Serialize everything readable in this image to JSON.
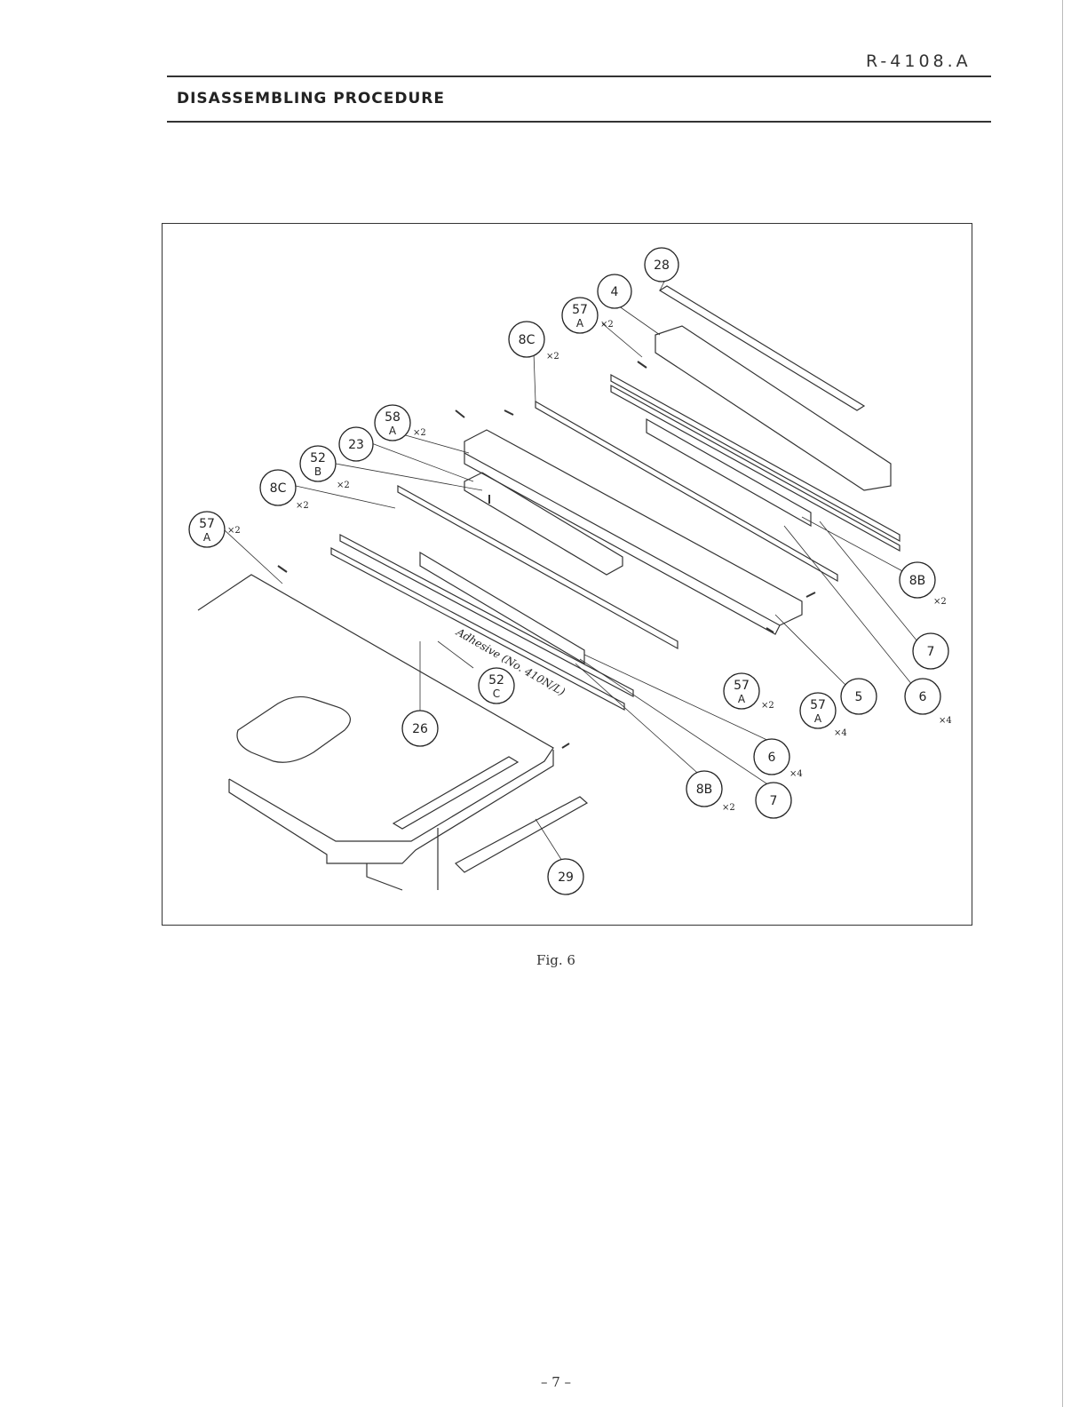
{
  "header": {
    "doc_number": "R-4108.A",
    "section_title": "DISASSEMBLING PROCEDURE"
  },
  "figure": {
    "caption": "Fig. 6",
    "adhesive_note": "Adhesive (No. 410N/L)",
    "callouts": [
      {
        "main": "28",
        "sub": "",
        "qty": ""
      },
      {
        "main": "4",
        "sub": "",
        "qty": ""
      },
      {
        "main": "57",
        "sub": "A",
        "qty": "×2"
      },
      {
        "main": "8C",
        "sub": "",
        "qty": "×2"
      },
      {
        "main": "58",
        "sub": "A",
        "qty": "×2"
      },
      {
        "main": "23",
        "sub": "",
        "qty": ""
      },
      {
        "main": "52",
        "sub": "B",
        "qty": "×2"
      },
      {
        "main": "8C",
        "sub": "",
        "qty": "×2"
      },
      {
        "main": "57",
        "sub": "A",
        "qty": "×2"
      },
      {
        "main": "8B",
        "sub": "",
        "qty": "×2"
      },
      {
        "main": "7",
        "sub": "",
        "qty": ""
      },
      {
        "main": "5",
        "sub": "",
        "qty": ""
      },
      {
        "main": "6",
        "sub": "",
        "qty": "×4"
      },
      {
        "main": "57",
        "sub": "A",
        "qty": "×2"
      },
      {
        "main": "57",
        "sub": "A",
        "qty": "×4"
      },
      {
        "main": "52",
        "sub": "C",
        "qty": ""
      },
      {
        "main": "26",
        "sub": "",
        "qty": ""
      },
      {
        "main": "6",
        "sub": "",
        "qty": "×4"
      },
      {
        "main": "8B",
        "sub": "",
        "qty": "×2"
      },
      {
        "main": "7",
        "sub": "",
        "qty": ""
      },
      {
        "main": "29",
        "sub": "",
        "qty": ""
      }
    ]
  },
  "footer": {
    "page_number": "– 7 –"
  }
}
